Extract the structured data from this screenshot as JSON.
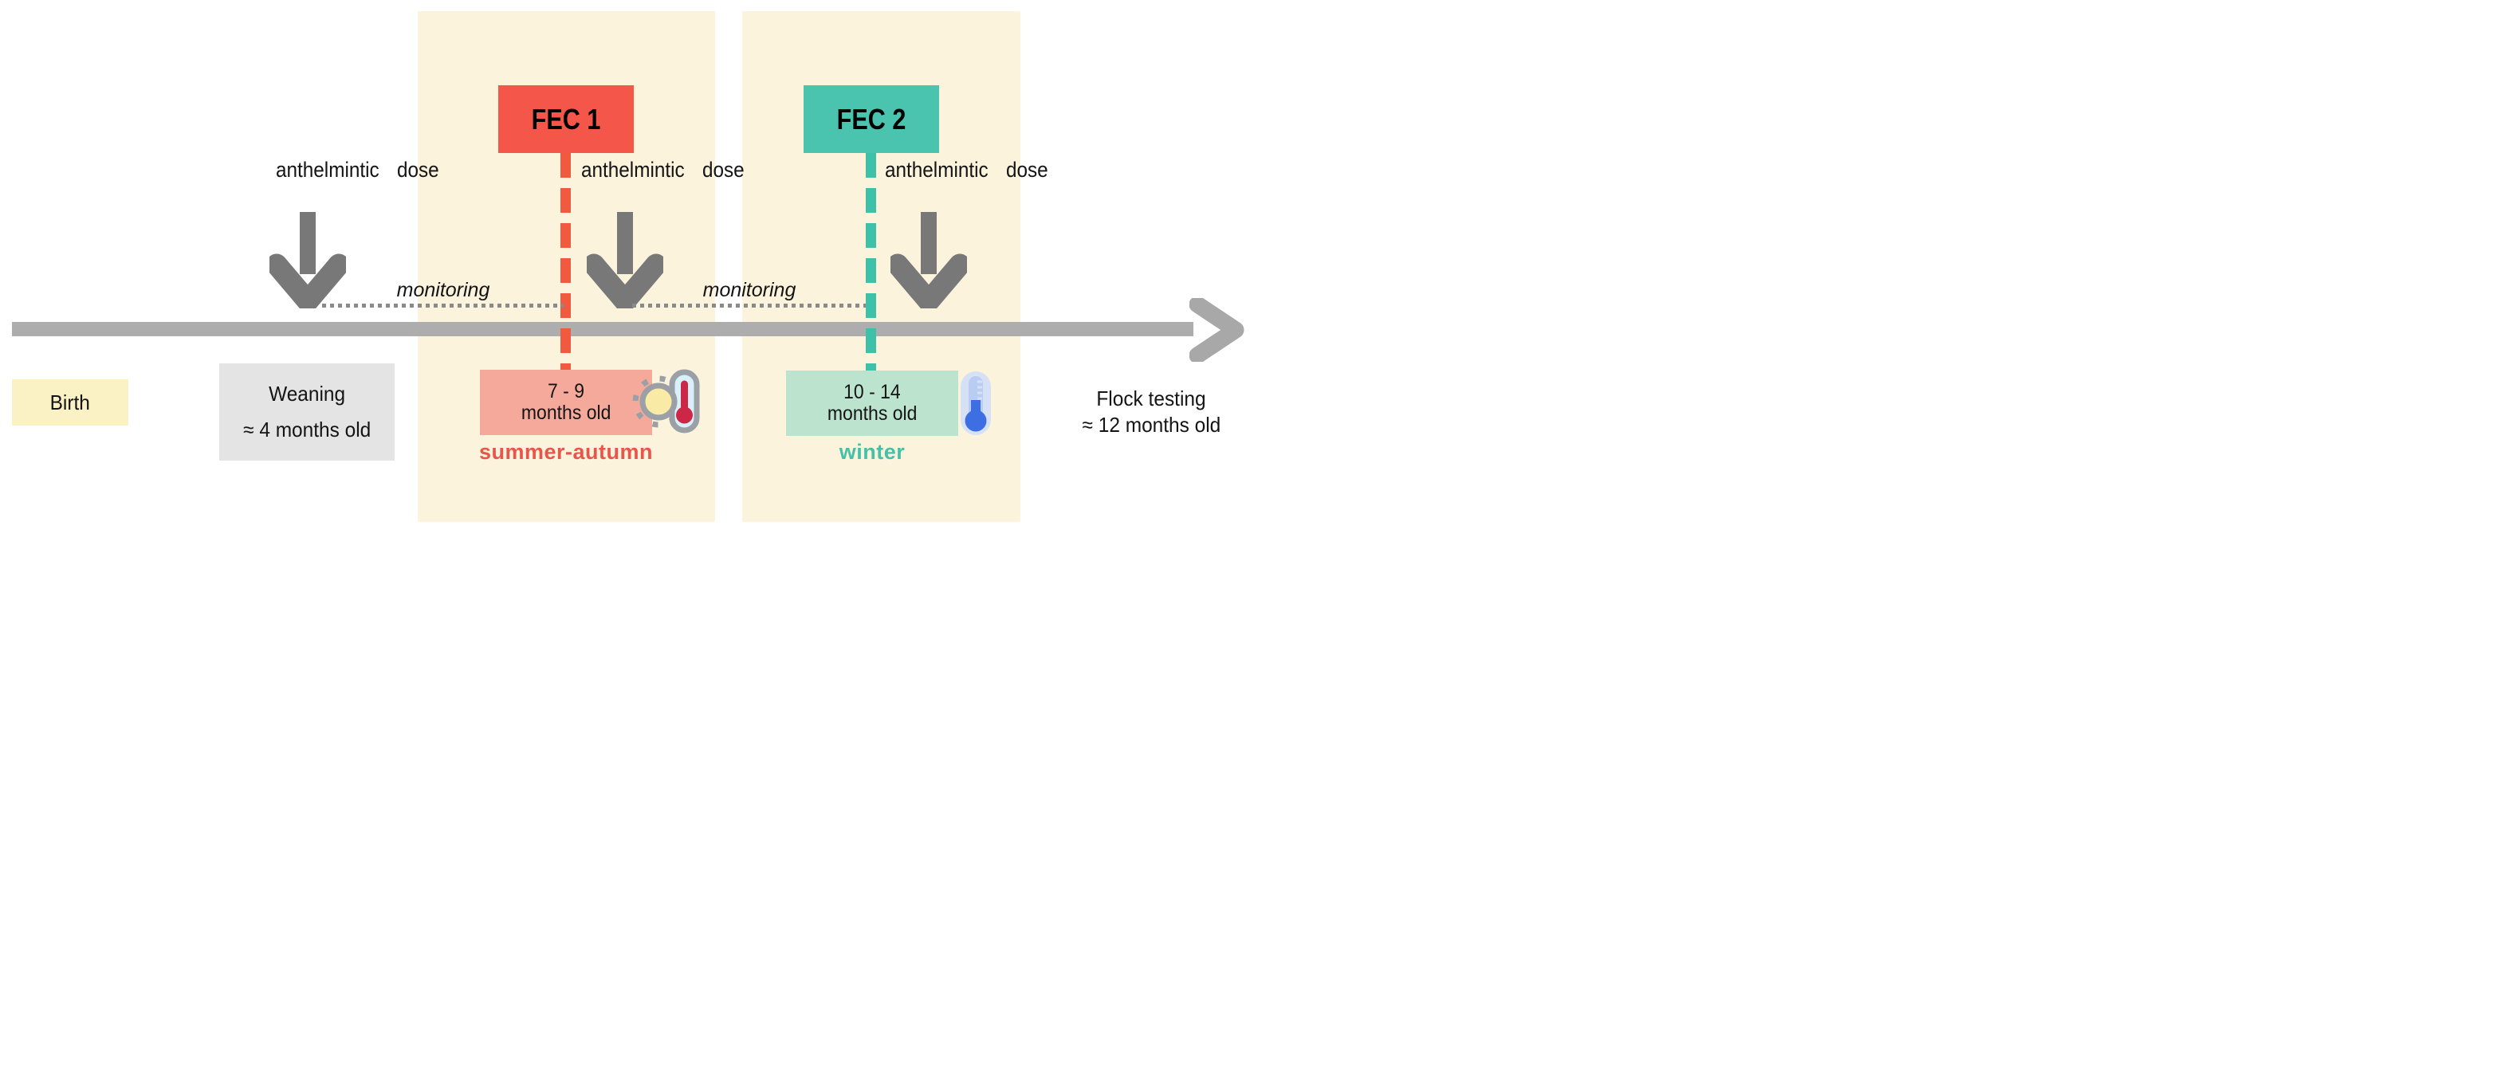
{
  "colors": {
    "band_cream": "#FBF3DC",
    "fec1_red": "#F4564A",
    "fec1_dash_red": "#F15A3E",
    "fec2_teal": "#4AC4AE",
    "fec2_dash_teal": "#3FC0A9",
    "arrow_gray": "#787878",
    "timeline_gray": "#ADADAD",
    "dotted_gray": "#8A8A8A",
    "birth_yellow": "#FAF1C4",
    "weaning_gray": "#E4E4E4",
    "age1_pink": "#F5A99B",
    "age2_green": "#BCE3CD",
    "summer_text": "#E8564B",
    "winter_text": "#44C1A8",
    "text_black": "#141414"
  },
  "fec1": {
    "title": "FEC 1",
    "age_line1": "7 - 9",
    "age_line2": "months old",
    "season": "summer-autumn",
    "icon": "sun-and-hot-thermometer"
  },
  "fec2": {
    "title": "FEC 2",
    "age_line1": "10 - 14",
    "age_line2": "months old",
    "season": "winter",
    "icon": "cold-thermometer"
  },
  "dose_label": {
    "line1": "anthelmintic",
    "line2": "dose"
  },
  "monitoring_label": "monitoring",
  "timeline": {
    "birth": "Birth",
    "weaning_line1": "Weaning",
    "weaning_line2": "≈ 4 months old",
    "flock_line1": "Flock testing",
    "flock_line2": "≈ 12 months old"
  }
}
